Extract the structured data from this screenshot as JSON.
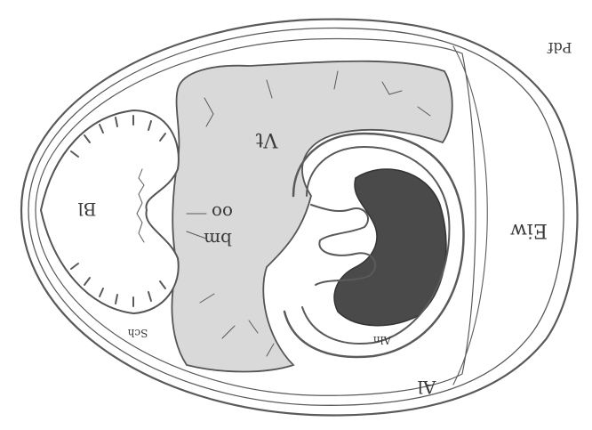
{
  "figure": {
    "labels": {
      "vt": "Vt",
      "oo": "oo",
      "bm": "bm",
      "bl": "Bl",
      "al": "Al",
      "eiw": "Eiw",
      "allantois_faint": "Aln",
      "shell_faint": "Sch",
      "top_right_faint": "Pdf"
    },
    "colors": {
      "paper": "#ffffff",
      "outline": "#555555",
      "yolk_fill": "#d9d9d9",
      "embryo_fill": "#4a4a4a",
      "blastoderm_fill": "#ffffff"
    }
  }
}
